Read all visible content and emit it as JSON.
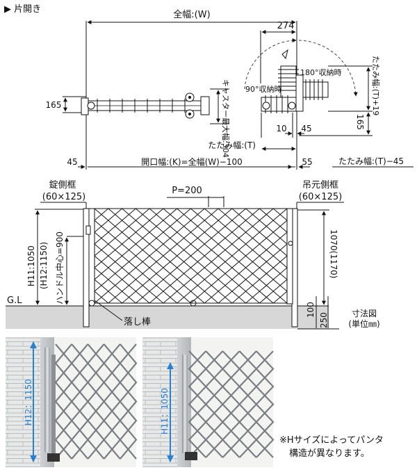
{
  "header": {
    "title": "▶ 片開き"
  },
  "plan_view": {
    "total_width_label": "全幅:(W)",
    "dim_274": "274",
    "dim_165_left": "165",
    "dim_165_right": "165",
    "caster_label": "キャスター最大幅:304",
    "label_180": "180°収納時",
    "label_90": "90°収納時",
    "folded_width_t19": "たたみ幅:(T)+19",
    "dim_10": "10",
    "dim_45_right": "45",
    "folded_width_t": "たたみ幅:(T)",
    "dim_45_left": "45",
    "opening_width": "開口幅:(K)=全幅(W)−100",
    "dim_55": "55",
    "folded_width_t45": "たたみ幅:(T)−45"
  },
  "elevation_view": {
    "lock_post_label": "錠側框",
    "lock_post_size": "(60×125)",
    "hinge_post_label": "吊元側框",
    "hinge_post_size": "(60×125)",
    "pitch_label": "P=200",
    "h11_label": "H11:1050",
    "h12_label": "(H12:1150)",
    "handle_center_label": "ハンドル中心=900",
    "height_1070": "1070(1170)",
    "gl_label": "G.L",
    "drop_rod_label": "落し棒",
    "dim_100": "100",
    "dim_250": "250",
    "dimension_diagram": "寸法図",
    "unit": "(単位㎜)"
  },
  "photos": {
    "h12_label": "H12：1150",
    "h11_label": "H11：1050"
  },
  "footnote": {
    "line1": "※Hサイズによってパンタ",
    "line2": "構造が異なります。"
  }
}
